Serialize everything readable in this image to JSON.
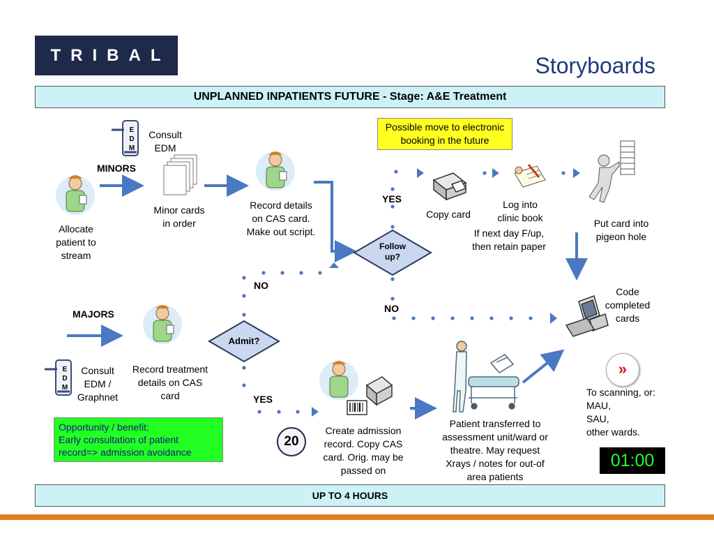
{
  "header": {
    "logo_text": "TRIBAL",
    "title": "Storyboards"
  },
  "banner_top": "UNPLANNED INPATIENTS FUTURE - Stage: A&E Treatment",
  "banner_bottom": "UP TO 4 HOURS",
  "notes": {
    "electronic_booking": [
      "Possible move to electronic",
      "booking in the future"
    ],
    "opportunity": [
      "Opportunity / benefit:",
      "Early consultation of patient",
      "record=> admission avoidance"
    ]
  },
  "labels": {
    "consult_edm": [
      "Consult",
      "EDM"
    ],
    "minors": "MINORS",
    "minor_cards": [
      "Minor cards",
      "in order"
    ],
    "record_cas": [
      "Record details",
      "on CAS card.",
      "Make out script."
    ],
    "allocate": [
      "Allocate",
      "patient to",
      "stream"
    ],
    "yes_top": "YES",
    "copy_card": "Copy card",
    "log_clinic": [
      "Log into",
      "clinic book"
    ],
    "next_day": [
      "If next day F/up,",
      "then retain paper"
    ],
    "pigeon_hole": [
      "Put card into",
      "pigeon hole"
    ],
    "follow_up": [
      "Follow",
      "up?"
    ],
    "no_admit": "NO",
    "no_follow": "NO",
    "code_completed": [
      "Code",
      "completed",
      "cards"
    ],
    "majors": "MAJORS",
    "admit": "Admit?",
    "record_treatment": [
      "Record treatment",
      "details on CAS",
      "card"
    ],
    "consult_edm_graphnet": [
      "Consult",
      "EDM /",
      "Graphnet"
    ],
    "yes_bottom": "YES",
    "create_admission": [
      "Create admission",
      "record.  Copy CAS",
      "card.  Orig. may be",
      "passed on"
    ],
    "patient_transferred": [
      "Patient transferred to",
      "assessment unit/ward or",
      "theatre.  May request",
      "Xrays / notes for out-of",
      "area patients"
    ],
    "scanning": [
      "To scanning, or:",
      "MAU,",
      "SAU,",
      "other wards."
    ],
    "edm_letters": [
      "E",
      "D",
      "M"
    ]
  },
  "badge_number": "20",
  "timer": "01:00",
  "next_button": "»",
  "colors": {
    "arrow": "#4a78c2",
    "dot": "#4a78c2",
    "diamond_fill": "#c9d7f0",
    "logo_bg": "#1f2a4a",
    "banner_bg": "#ccf2f8",
    "yellow_note": "#ffff22",
    "green_note": "#22ff22",
    "timer_text": "#22ff22",
    "orange_bar": "#e07f1c",
    "title": "#1f3a78"
  }
}
